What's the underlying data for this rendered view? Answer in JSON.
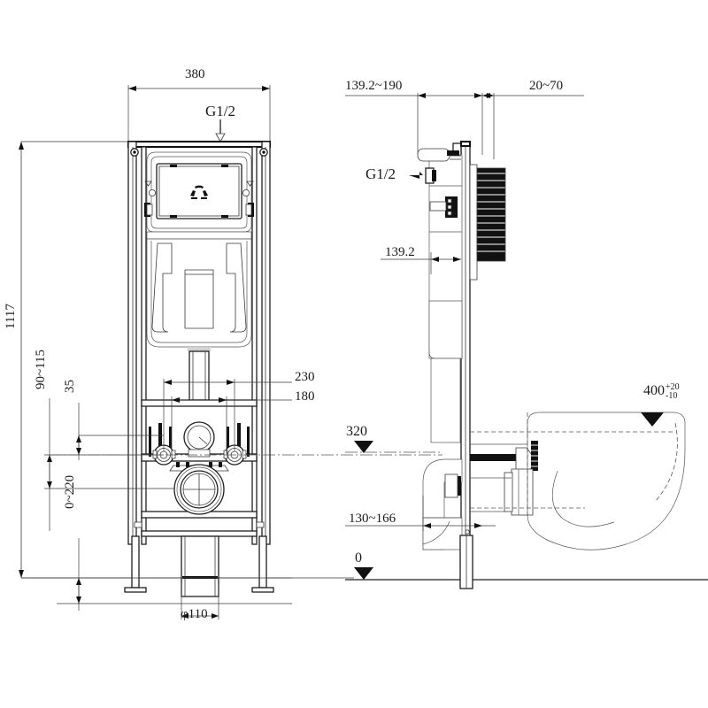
{
  "drawing": {
    "title": "Concealed cistern wall-hung toilet installation frame",
    "units": "mm",
    "background": "#ffffff",
    "line_color": "#1a1a1a"
  },
  "front_view": {
    "name": "front-elevation",
    "dimensions": {
      "overall_width": "380",
      "overall_height": "1117",
      "bolt_spacing_outer": "230",
      "bolt_spacing_inner": "180",
      "bracket_offset": "35",
      "outlet_height_range": "90~115",
      "foot_adjust_range": "0~220",
      "waste_pipe_diameter": "φ110"
    },
    "labels": {
      "water_inlet": "G1/2"
    }
  },
  "side_view": {
    "name": "side-elevation",
    "dimensions": {
      "frame_depth_range": "139.2~190",
      "panel_projection_range": "20~70",
      "frame_depth": "139.2",
      "waste_bend_range": "130~166",
      "bowl_height": "400",
      "bowl_tol_plus": "+20",
      "bowl_tol_minus": "-10"
    },
    "labels": {
      "water_inlet": "G1/2"
    },
    "levels": [
      {
        "name": "flush-plate-level",
        "value": "320"
      },
      {
        "name": "floor-datum",
        "value": "0"
      }
    ]
  },
  "annotations": {
    "recycle_mark": "recycle-logo"
  }
}
